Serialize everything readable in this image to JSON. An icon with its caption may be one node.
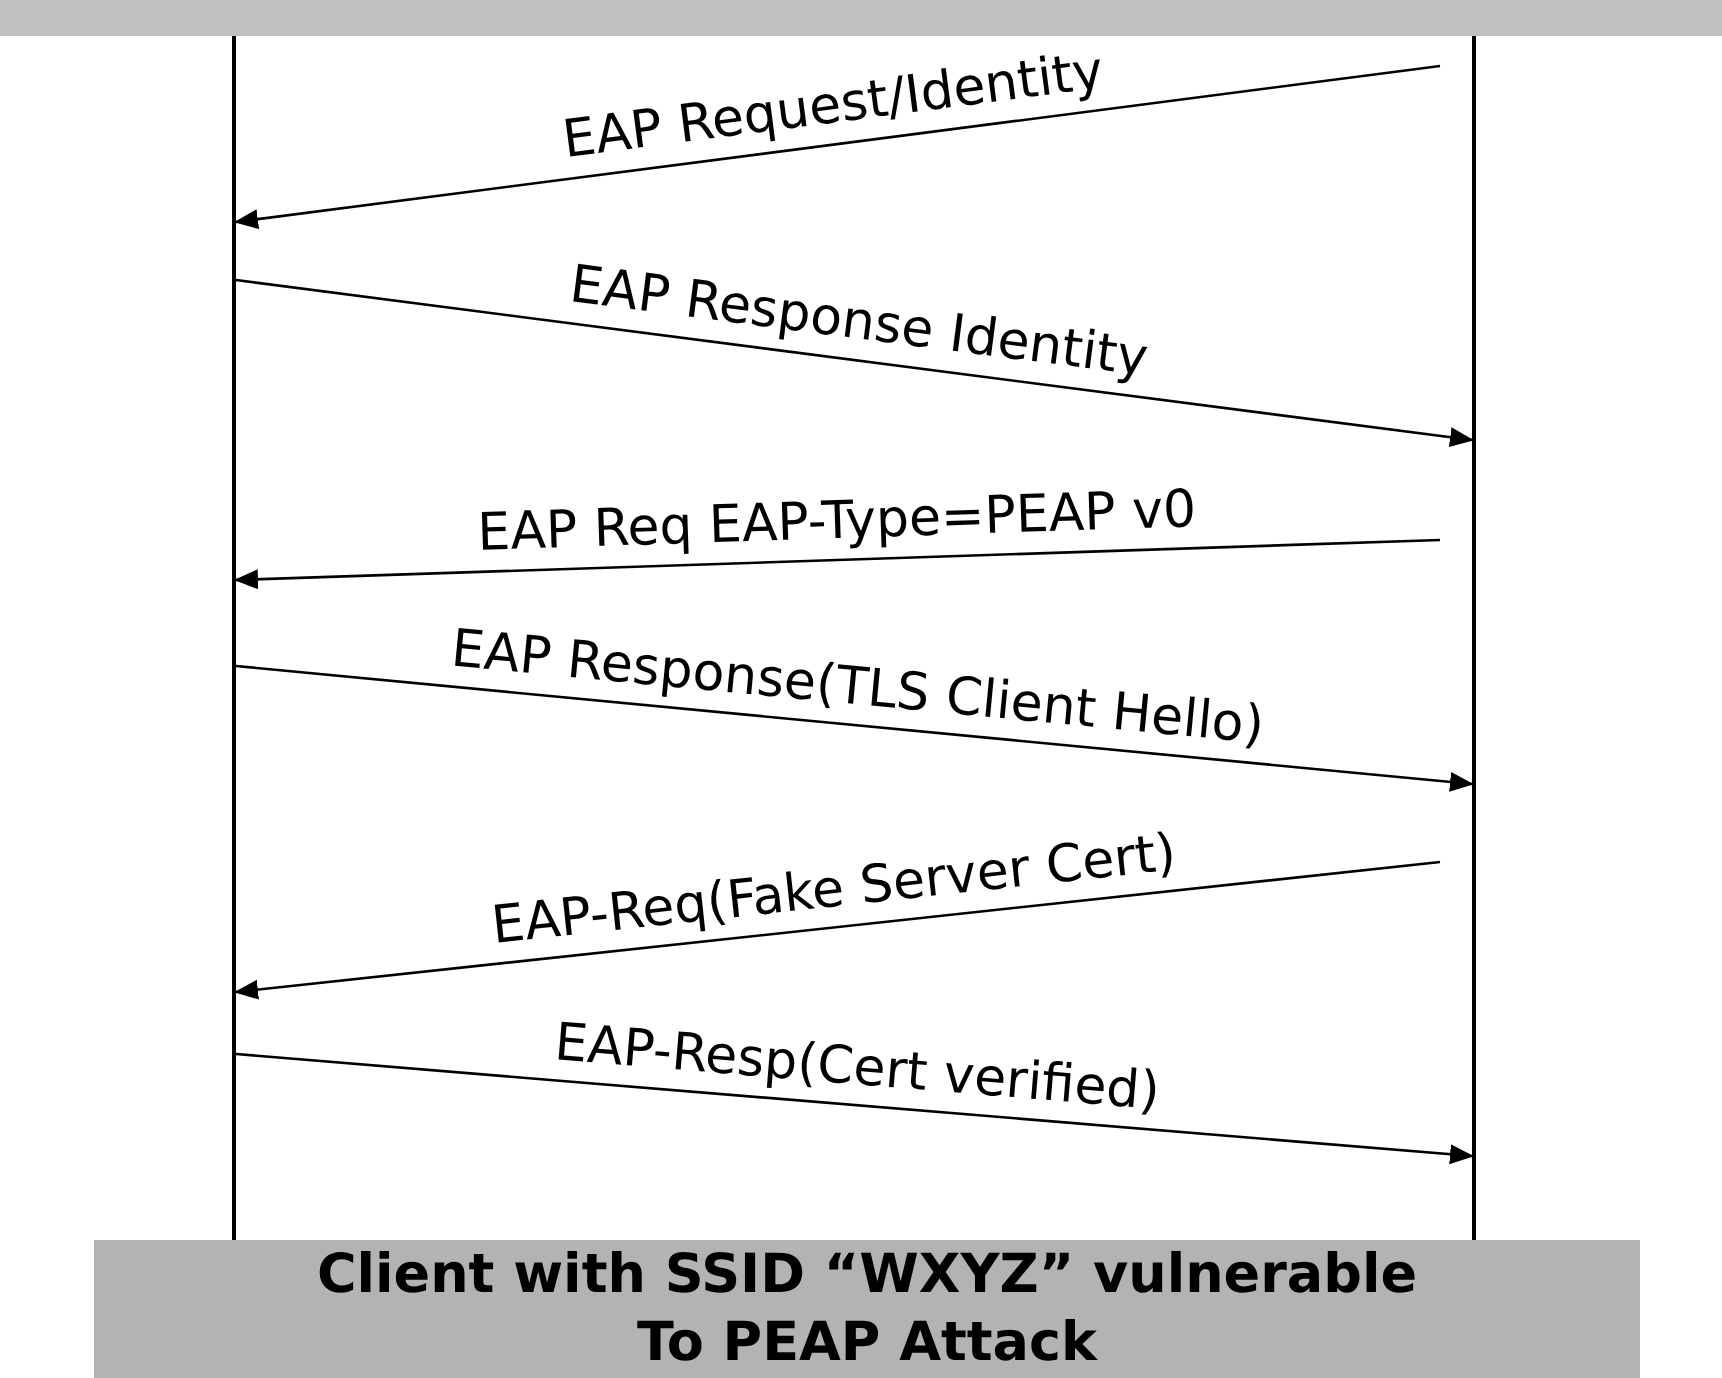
{
  "diagram": {
    "nodes": [
      {
        "text": [],
        "shape": "bar"
      },
      {
        "text": [],
        "shape": "line"
      },
      {
        "text": [],
        "shape": "line"
      },
      {
        "text": [
          "Client with SSID “WXYZ” vulnerable To PEAP Attack"
        ]
      }
    ],
    "edges": [
      {
        "from": 2,
        "to": 1,
        "arrow": "to",
        "label": "EAP Request/Identity"
      },
      {
        "from": 1,
        "to": 2,
        "arrow": "to",
        "label": "EAP Response Identity"
      },
      {
        "from": 2,
        "to": 1,
        "arrow": "to",
        "label": "EAP Req EAP-Type=PEAP v0"
      },
      {
        "from": 1,
        "to": 2,
        "arrow": "to",
        "label": "EAP Response(TLS Client Hello)"
      },
      {
        "from": 2,
        "to": 1,
        "arrow": "to",
        "label": "EAP-Req(Fake Server Cert)"
      },
      {
        "from": 1,
        "to": 2,
        "arrow": "to",
        "label": "EAP-Resp(Cert verified)"
      }
    ]
  }
}
